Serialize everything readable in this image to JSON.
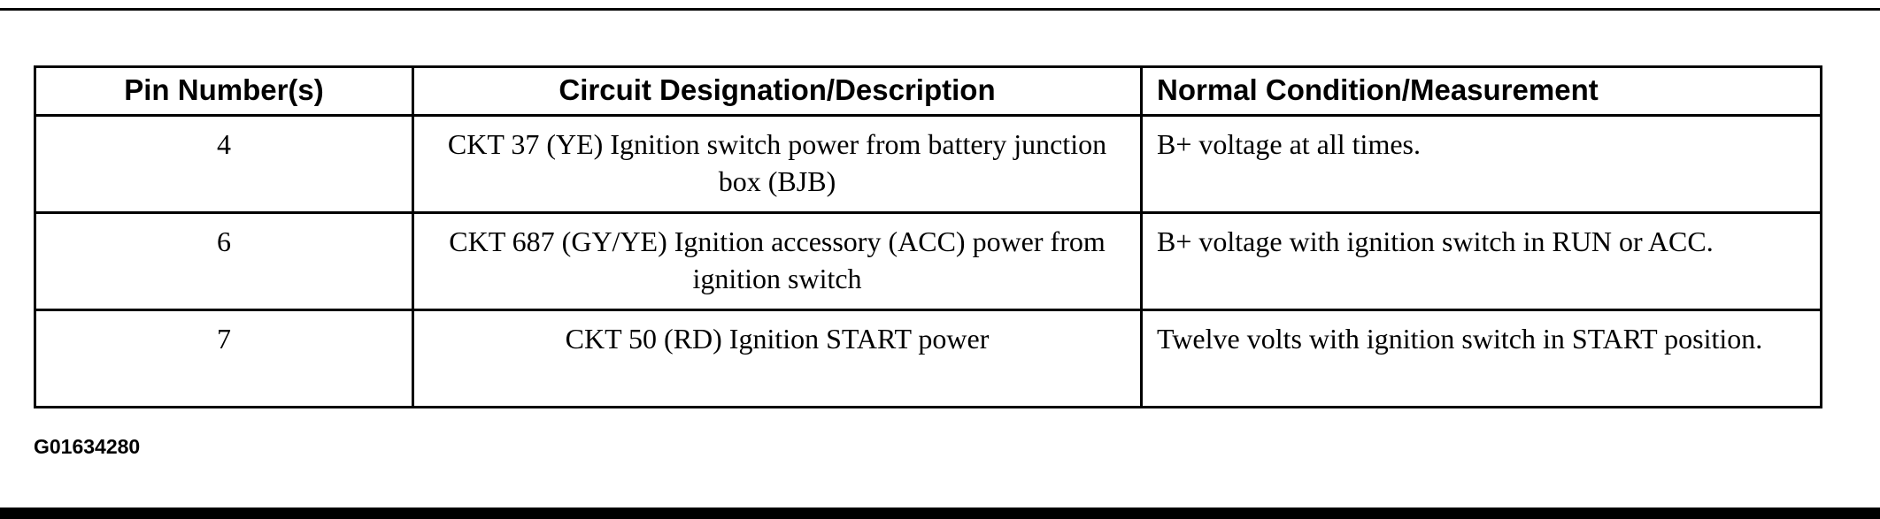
{
  "table": {
    "headers": [
      "Pin Number(s)",
      "Circuit Designation/Description",
      "Normal Condition/Measurement"
    ],
    "rows": [
      {
        "pin": "4",
        "circuit": "CKT 37 (YE) Ignition switch power from battery junction box (BJB)",
        "condition": "B+ voltage at all times."
      },
      {
        "pin": "6",
        "circuit": "CKT 687 (GY/YE) Ignition accessory (ACC) power from ignition switch",
        "condition": "B+ voltage with ignition switch in RUN or ACC."
      },
      {
        "pin": "7",
        "circuit": "CKT 50 (RD) Ignition START power",
        "condition": "Twelve volts with ignition switch in START position."
      }
    ],
    "caption": "G01634280"
  }
}
